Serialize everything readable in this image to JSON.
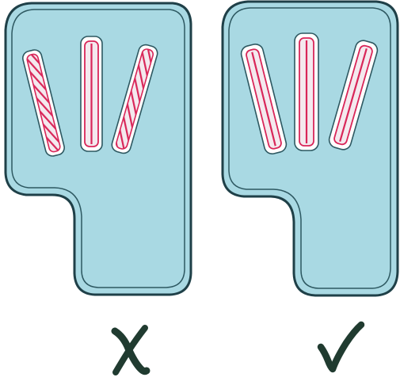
{
  "colors": {
    "tray_fill": "#a9d9e3",
    "tray_outline": "#1f4048",
    "tray_edge_light": "#d9f0f4",
    "tray_inner_line": "#2d5861",
    "tube_fill": "#f4e9ee",
    "tube_stripe": "#d92659",
    "mark_color": "#203b30"
  },
  "panels": [
    {
      "id": "incorrect",
      "tube_fill_pattern": "diagonal-stripes",
      "mark_symbol": "✗",
      "mark_icon": "cross-mark-icon"
    },
    {
      "id": "correct",
      "tube_fill_pattern": "vertical-stripes",
      "mark_symbol": "✓",
      "mark_icon": "check-mark-icon"
    }
  ]
}
